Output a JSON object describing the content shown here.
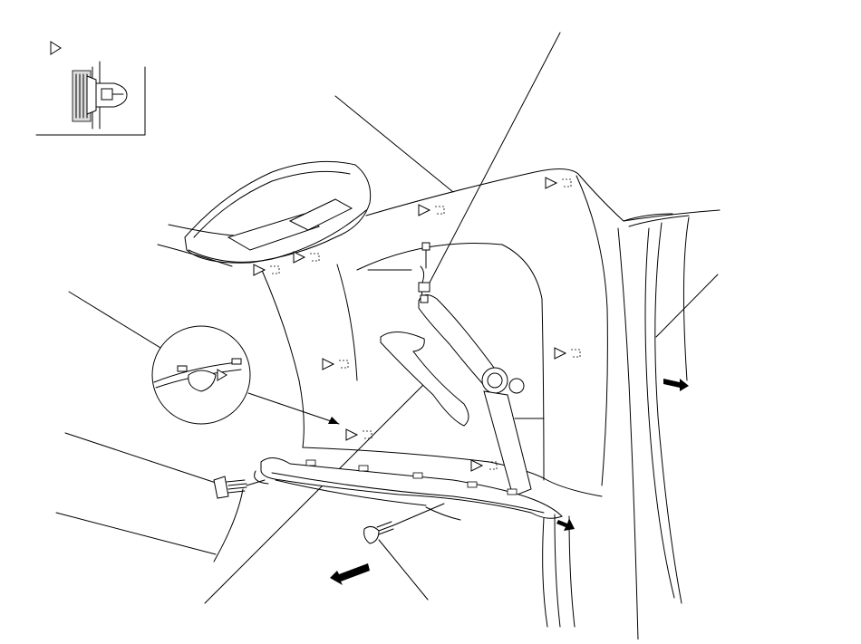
{
  "figure": {
    "kind": "technical-exploded-line-drawing",
    "colors": {
      "line": "#000000",
      "background": "#ffffff",
      "shade": "#bdbdbd"
    },
    "markers": {
      "clip_location_symbol": "open-triangle",
      "removal_direction_symbol": "filled-arrow"
    },
    "legend": {
      "symbol": "open-triangle"
    }
  }
}
